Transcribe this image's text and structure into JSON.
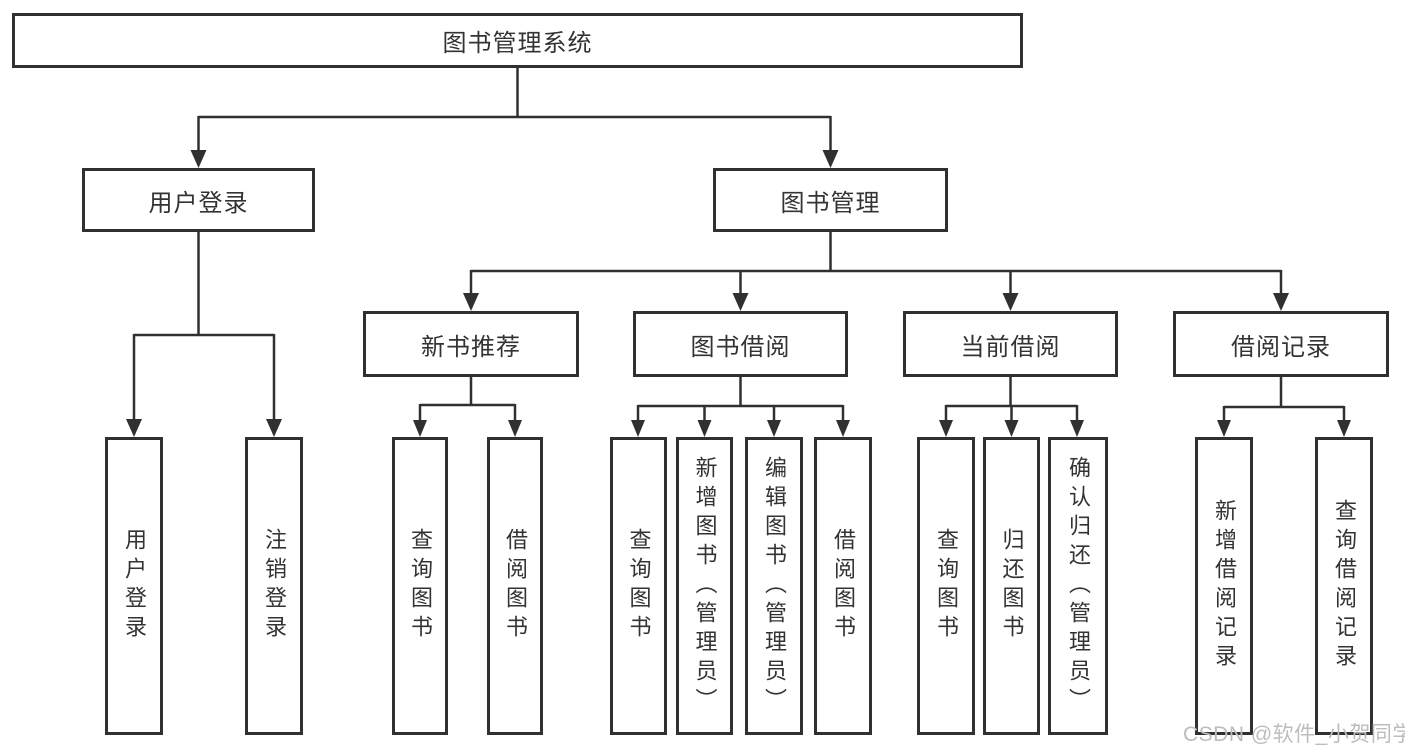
{
  "colors": {
    "line": "#303030",
    "text": "#333333",
    "watermark": "#bdbdbd",
    "background": "#ffffff"
  },
  "nodes": {
    "root": "图书管理系统",
    "level2": [
      "用户登录",
      "图书管理"
    ],
    "groups": [
      "新书推荐",
      "图书借阅",
      "当前借阅",
      "借阅记录"
    ],
    "leaves": {
      "user": [
        "用户登录",
        "注销登录"
      ],
      "recommend": [
        "查询图书",
        "借阅图书"
      ],
      "borrow": [
        "查询图书",
        "新增图书（管理员）",
        "编辑图书（管理员）",
        "借阅图书"
      ],
      "current": [
        "查询图书",
        "归还图书",
        "确认归还（管理员）"
      ],
      "records": [
        "新增借阅记录",
        "查询借阅记录"
      ]
    }
  },
  "watermark": "CSDN @软件_小贺同学"
}
